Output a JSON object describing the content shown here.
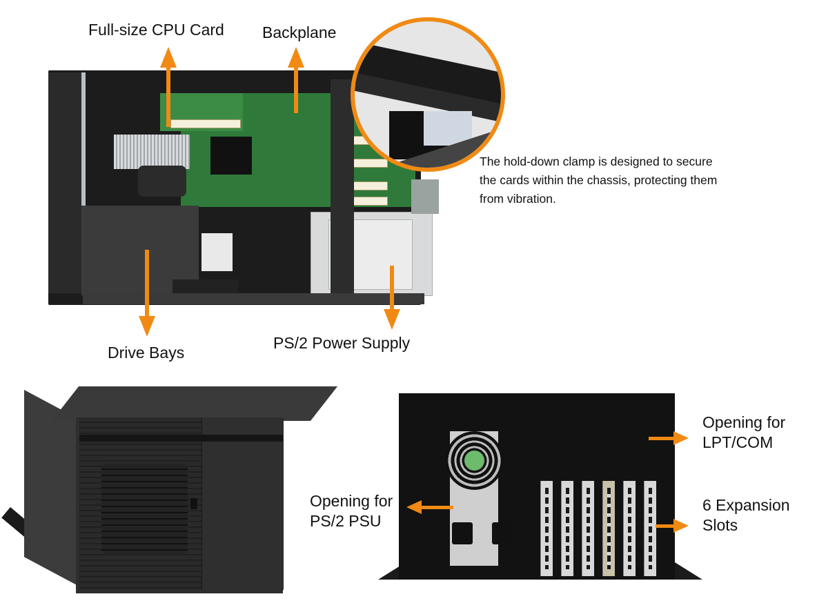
{
  "top_diagram": {
    "labels": {
      "cpu_card": "Full-size CPU Card",
      "backplane": "Backplane",
      "drive_bays": "Drive Bays",
      "power_supply": "PS/2 Power Supply"
    },
    "clamp_caption": [
      "The hold-down clamp is designed to secure",
      "the cards within the chassis, protecting them",
      "from vibration."
    ]
  },
  "rear_diagram": {
    "labels": {
      "lpt_com": [
        "Opening for",
        "LPT/COM"
      ],
      "psu_opening": [
        "Opening for",
        "PS/2 PSU"
      ],
      "expansion_slots": [
        "6 Expansion",
        "Slots"
      ]
    },
    "expansion_slot_count": 6
  },
  "colors": {
    "accent_orange": "#f08a14",
    "text": "#111111",
    "background": "#ffffff"
  }
}
